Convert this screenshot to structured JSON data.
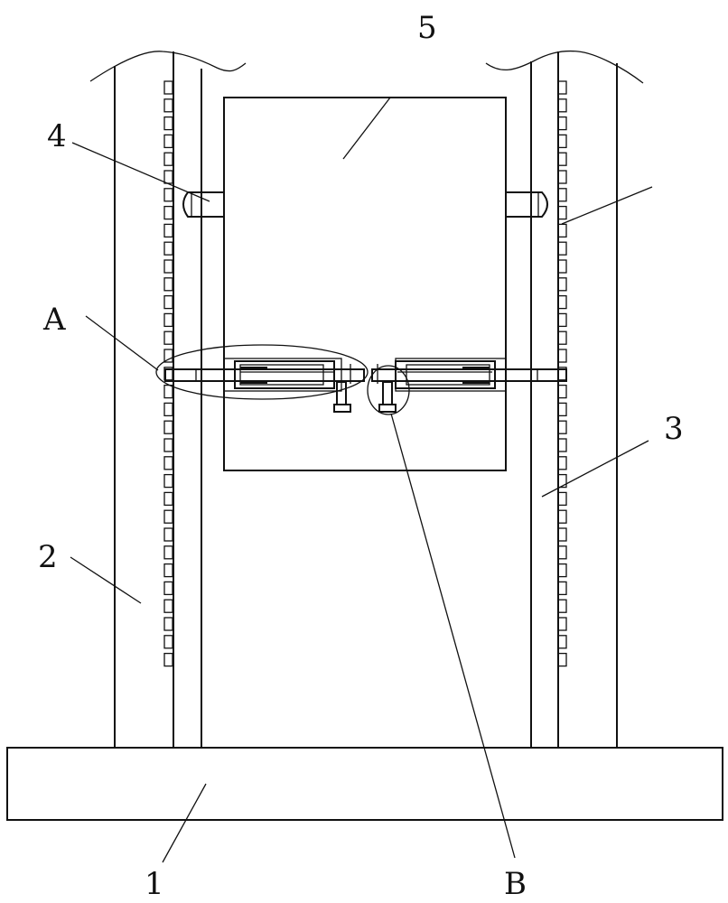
{
  "labels": {
    "base": "1",
    "left_post": "2",
    "right_post": "3",
    "slider": "4",
    "box": "5",
    "detail_a": "A",
    "detail_b": "B"
  },
  "rack_teeth_count": 33
}
